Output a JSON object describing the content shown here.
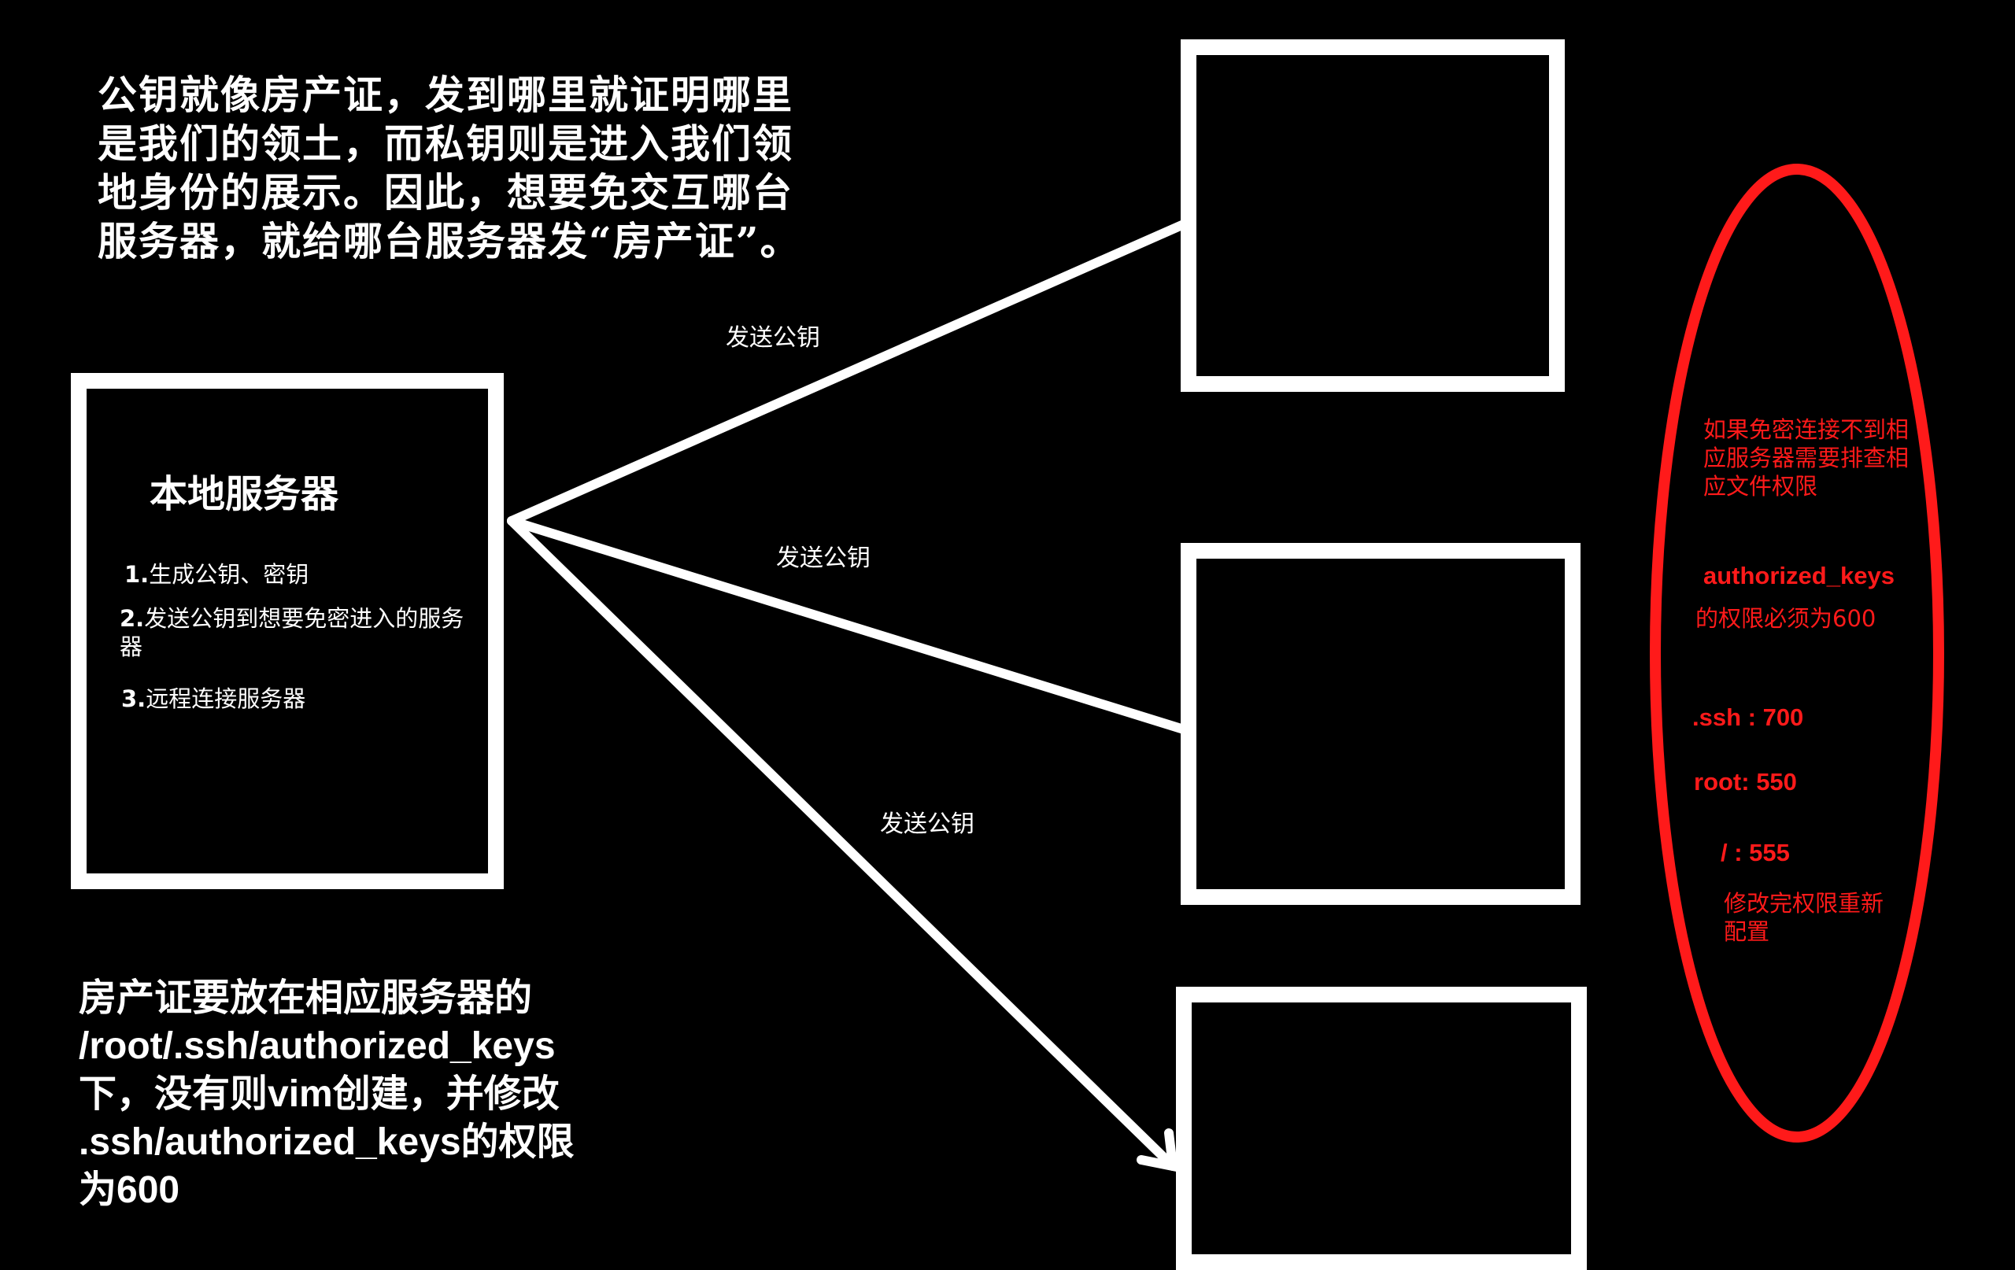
{
  "intro_text": "公钥就像房产证，发到哪里就证明哪里是我们的领土，而私钥则是进入我们领地身份的展示。因此，想要免交互哪台服务器，就给哪台服务器发“房产证”。",
  "local_server": {
    "title": "本地服务器",
    "steps": [
      {
        "num": "1.",
        "text": "生成公钥、密钥"
      },
      {
        "num": "2.",
        "text": "发送公钥到想要免密进入的服务器"
      },
      {
        "num": "3.",
        "text": "远程连接服务器"
      }
    ]
  },
  "arrow_labels": [
    "发送公钥",
    "发送公钥",
    "发送公钥"
  ],
  "bottom_note": {
    "line1": "房产证要放在相应服务器的",
    "line2": "/root/.ssh/authorized_keys",
    "line3": "下，没有则vim创建，并修改",
    "line4": ".ssh/authorized_keys的权限",
    "line5": "为600"
  },
  "troubleshoot": {
    "note": "如果免密连接不到相应服务器需要排查相应文件权限",
    "file_name": "authorized_keys",
    "file_perm": "的权限必须为600",
    "ssh_perm": ".ssh : 700",
    "root_perm": "root: 550",
    "slash_perm": "/ : 555",
    "after": "修改完权限重新配置"
  },
  "colors": {
    "background": "#000000",
    "foreground": "#ffffff",
    "highlight": "#ff1a1a"
  }
}
